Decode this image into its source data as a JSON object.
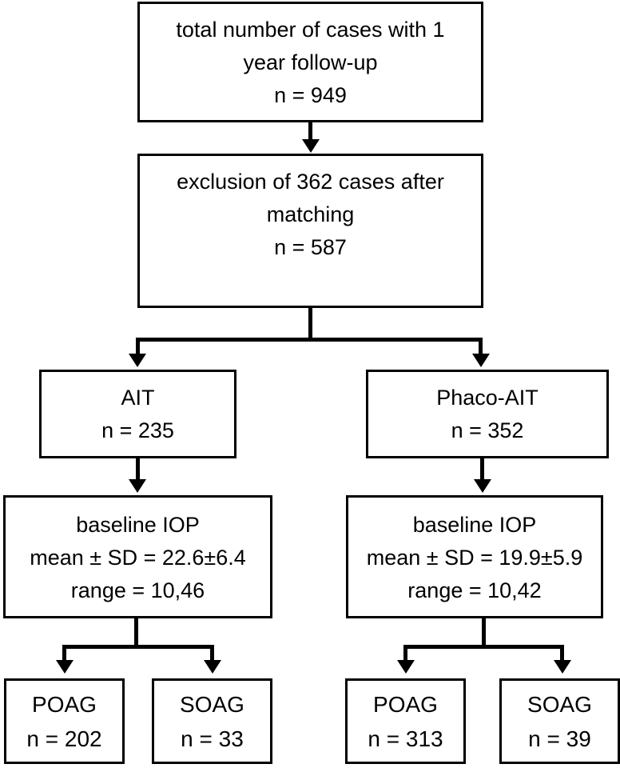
{
  "figure": {
    "type": "flowchart",
    "orientation": "top-down",
    "nodes": [
      {
        "id": "total-cases",
        "lines": [
          "total number of cases with 1",
          "year follow-up",
          "n = 949"
        ]
      },
      {
        "id": "exclusion",
        "lines": [
          "exclusion of 362 cases after",
          "matching",
          "n = 587"
        ]
      },
      {
        "id": "ait",
        "lines": [
          "AIT",
          "n = 235"
        ]
      },
      {
        "id": "phaco-ait",
        "lines": [
          "Phaco-AIT",
          "n = 352"
        ]
      },
      {
        "id": "ait-baseline-iop",
        "lines": [
          "baseline IOP",
          "mean ± SD = 22.6±6.4",
          "range = 10,46"
        ]
      },
      {
        "id": "phaco-baseline-iop",
        "lines": [
          "baseline IOP",
          "mean ± SD = 19.9±5.9",
          "range = 10,42"
        ]
      },
      {
        "id": "ait-poag",
        "lines": [
          "POAG",
          "n = 202"
        ]
      },
      {
        "id": "ait-soag",
        "lines": [
          "SOAG",
          "n = 33"
        ]
      },
      {
        "id": "phaco-poag",
        "lines": [
          "POAG",
          "n = 313"
        ]
      },
      {
        "id": "phaco-soag",
        "lines": [
          "SOAG",
          "n = 39"
        ]
      }
    ],
    "colors": {
      "stroke": "#000000",
      "fill": "#ffffff",
      "text": "#000000"
    }
  }
}
